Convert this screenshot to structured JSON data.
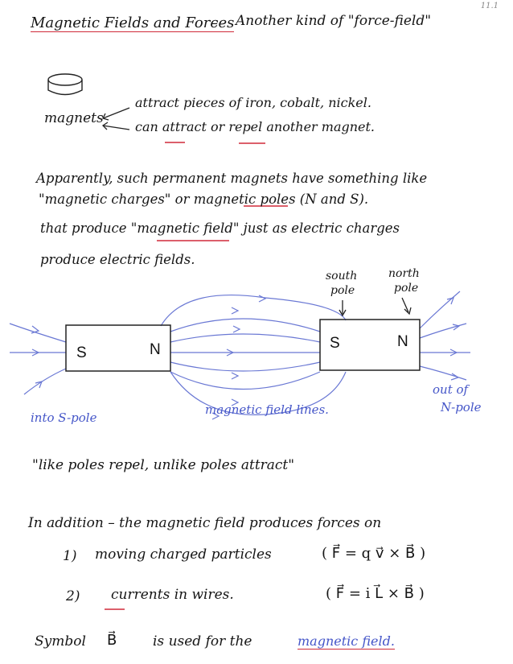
{
  "page_number": "11.1",
  "title": "Magnetic Fields and Forces",
  "title_dash": "–",
  "subtitle": "Another kind of \"force-field\"",
  "magnets_label": "magnets",
  "magnet_props": [
    "attract pieces of iron, cobalt, nickel.",
    "can attract or repel another magnet."
  ],
  "paragraph_lines": [
    "Apparently, such permanent magnets have something like",
    "\"magnetic charges\" or magnetic poles (N and S).",
    "that produce \"magnetic field\" just as electric charges",
    "produce electric fields."
  ],
  "diagram": {
    "magnet1_s": "S",
    "magnet1_n": "N",
    "magnet2_s": "S",
    "magnet2_n": "N",
    "south_pole_label_1": "south",
    "south_pole_label_2": "pole",
    "north_pole_label_1": "north",
    "north_pole_label_2": "pole",
    "into_s_pole": "into S-pole",
    "field_lines": "magnetic field lines.",
    "out_of": "out of",
    "n_pole": "N-pole",
    "line_color": "#6a78d4"
  },
  "like_poles": "\"like poles repel,   unlike poles attract\"",
  "in_addition": "In addition –   the magnetic field produces forces on",
  "items": [
    {
      "num": "1)",
      "text": "moving charged particles",
      "formula": "( F⃗ = q v⃗ × B⃗ )"
    },
    {
      "num": "2)",
      "text": "currents in wires.",
      "formula": "( F⃗ = i L⃗ × B⃗ )"
    }
  ],
  "symbol_pre": "Symbol",
  "symbol_b": "B⃗",
  "symbol_mid": "is used for the",
  "symbol_end": "magnetic field."
}
